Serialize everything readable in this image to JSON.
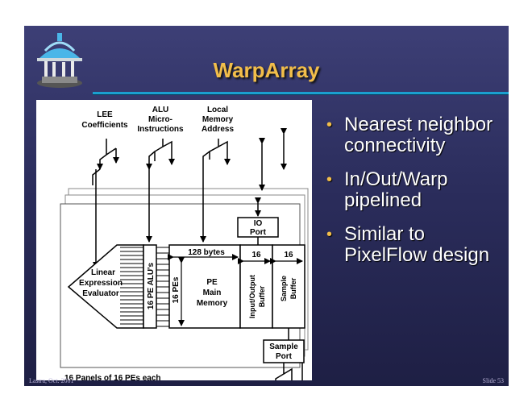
{
  "slide": {
    "title": "WarpArray",
    "bullets": [
      "Nearest neighbor connectivity",
      "In/Out/Warp pipelined",
      "Similar to PixelFlow design"
    ],
    "footer_left": "Lastra, Oct. 2001",
    "footer_right": "Slide 53"
  },
  "diagram": {
    "lee_line1": "LEE",
    "lee_line2": "Coefficients",
    "alu_line1": "ALU",
    "alu_line2": "Micro-",
    "alu_line3": "Instructions",
    "mem_line1": "Local",
    "mem_line2": "Memory",
    "mem_line3": "Address",
    "io_line1": "IO",
    "io_line2": "Port",
    "evaluator_line1": "Linear",
    "evaluator_line2": "Expression",
    "evaluator_line3": "Evaluator",
    "pe_alus": "16 PE ALU's",
    "pes": "16 PEs",
    "bytes": "128 bytes",
    "width_a": "16",
    "width_b": "16",
    "main_line1": "PE",
    "main_line2": "Main",
    "main_line3": "Memory",
    "iobuf_line1": "Input/Output",
    "iobuf_line2": "Buffer",
    "sbuf_line1": "Sample",
    "sbuf_line2": "Buffer",
    "sport_line1": "Sample",
    "sport_line2": "Port",
    "caption": "16 Panels of 16 PEs each"
  }
}
